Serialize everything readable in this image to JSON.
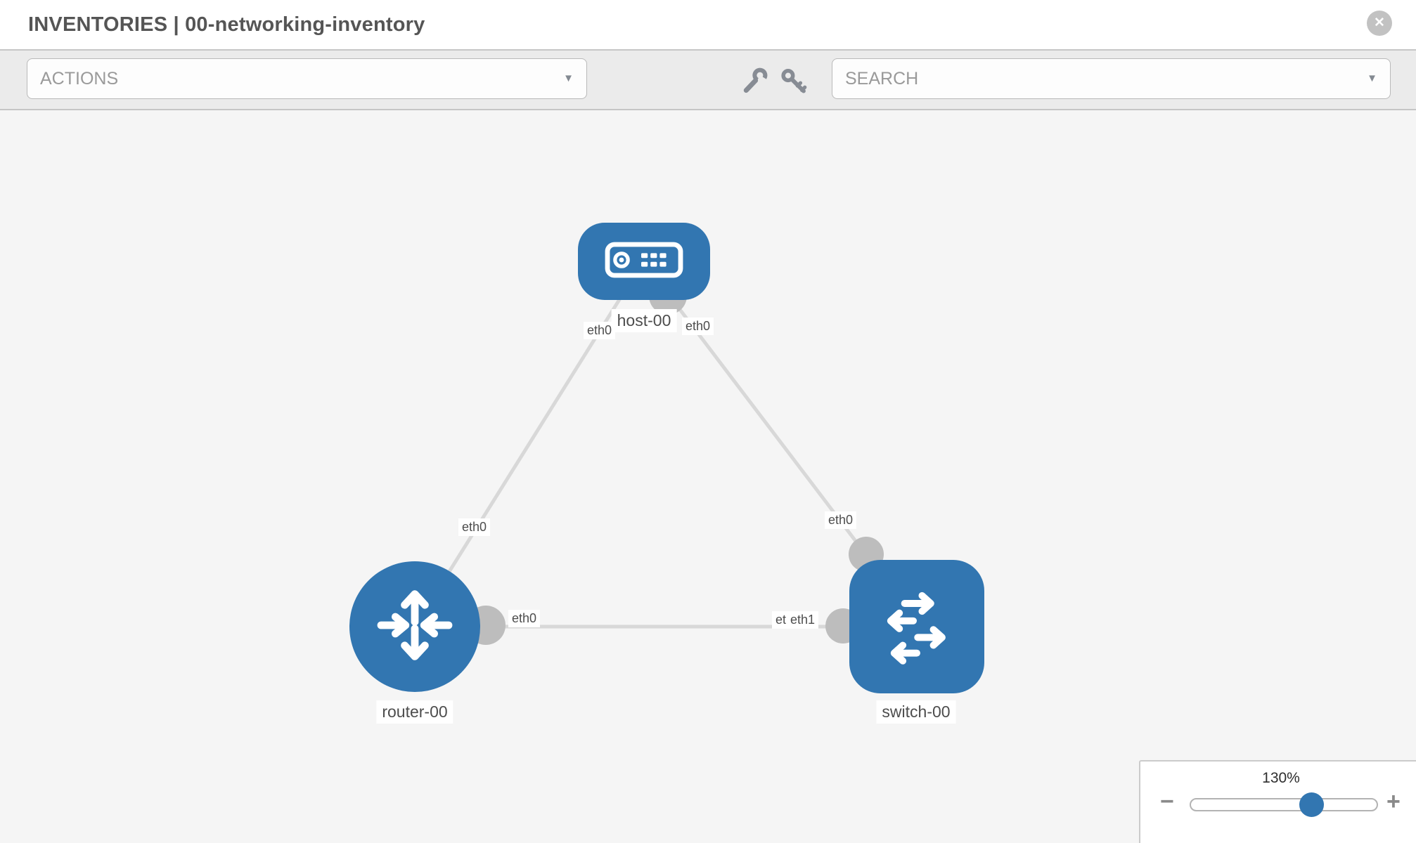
{
  "header": {
    "title": "INVENTORIES | 00-networking-inventory",
    "close_icon": "✕"
  },
  "toolbar": {
    "actions_label": "ACTIONS",
    "search_placeholder": "SEARCH",
    "caret_icon": "▼"
  },
  "topology": {
    "nodes": [
      {
        "id": "host-00",
        "type": "host",
        "label": "host-00"
      },
      {
        "id": "router-00",
        "type": "router",
        "label": "router-00"
      },
      {
        "id": "switch-00",
        "type": "switch",
        "label": "switch-00"
      }
    ],
    "links": [
      {
        "from": "host-00",
        "from_iface": "eth0",
        "to": "router-00",
        "to_iface": "eth0"
      },
      {
        "from": "host-00",
        "from_iface": "eth0",
        "to": "switch-00",
        "to_iface": "eth0"
      },
      {
        "from": "router-00",
        "from_iface": "eth0",
        "to": "switch-00",
        "to_iface": "eth1",
        "to_iface_overlapped": "eth0"
      }
    ]
  },
  "zoom_control": {
    "level": "130%",
    "minus_icon": "−",
    "plus_icon": "+"
  },
  "colors": {
    "node_blue": "#3276b1",
    "link_gray": "#d8d8d8",
    "connector_gray": "#bdbdbd",
    "canvas_bg": "#f5f5f5",
    "toolbar_bg": "#ebebeb"
  }
}
